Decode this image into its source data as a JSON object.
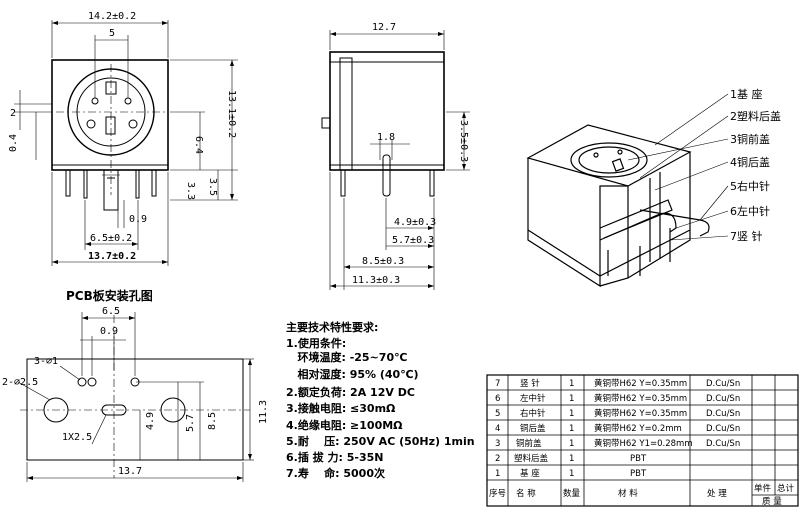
{
  "front": {
    "width_top": "14.2±0.2",
    "pin_span": "5",
    "height": "13.1±0.2",
    "dim_2": "2",
    "dim_0_4": "0.4",
    "dim_6_4": "6.4",
    "dim_3_3": "3.3",
    "dim_3_5": "3.5",
    "dim_0_9": "0.9",
    "bottom_span": "6.5±0.2",
    "width_bottom": "13.7±0.2"
  },
  "side": {
    "depth": "12.7",
    "pin_width": "1.8",
    "h_3_5": "3.5±0.3",
    "d_4_9": "4.9±0.3",
    "d_5_7": "5.7±0.3",
    "d_8_5": "8.5±0.3",
    "d_11_3": "11.3±0.3"
  },
  "callouts": [
    "1基  座",
    "2塑料后盖",
    "3铜前盖",
    "4铜后盖",
    "5右中针",
    "6左中针",
    "7竖  针"
  ],
  "pcb": {
    "title": "PCB板安装孔图",
    "d_6_5": "6.5",
    "d_0_9": "0.9",
    "small_holes": "3-∅1",
    "large_holes": "2-∅2.5",
    "slot": "1X2.5",
    "d_13_7": "13.7",
    "d_4_9": "4.9",
    "d_5_7": "5.7",
    "d_8_5": "8.5",
    "d_11_3": "11.3"
  },
  "specs": {
    "title": "主要技术特性要求:",
    "lines": [
      "1.使用条件:",
      "   环境温度: -25~70℃",
      "   相对湿度: 95% (40℃)",
      "2.额定负荷: 2A 12V DC",
      "3.接触电阻: ≤30mΩ",
      "4.绝缘电阻: ≥100MΩ",
      "5.耐    压: 250V AC (50Hz) 1min",
      "6.插 拔 力: 5-35N",
      "7.寿    命: 5000次"
    ]
  },
  "bom": {
    "rows": [
      {
        "no": "7",
        "name": "竖 针",
        "qty": "1",
        "material": "黄铜带H62 Y=0.35mm",
        "process": "D.Cu/Sn"
      },
      {
        "no": "6",
        "name": "左中针",
        "qty": "1",
        "material": "黄铜带H62 Y=0.35mm",
        "process": "D.Cu/Sn"
      },
      {
        "no": "5",
        "name": "右中针",
        "qty": "1",
        "material": "黄铜带H62 Y=0.35mm",
        "process": "D.Cu/Sn"
      },
      {
        "no": "4",
        "name": "铜后盖",
        "qty": "1",
        "material": "黄铜带H62 Y=0.2mm",
        "process": "D.Cu/Sn"
      },
      {
        "no": "3",
        "name": "铜前盖",
        "qty": "1",
        "material": "黄铜带H62 Y1=0.28mm",
        "process": "D.Cu/Sn"
      },
      {
        "no": "2",
        "name": "塑料后盖",
        "qty": "1",
        "material": "PBT",
        "process": ""
      },
      {
        "no": "1",
        "name": "基 座",
        "qty": "1",
        "material": "PBT",
        "process": ""
      }
    ],
    "header": {
      "no": "序号",
      "name": "名  称",
      "qty": "数量",
      "material": "材   料",
      "process": "处  理",
      "unit": "单件",
      "total": "总计",
      "weight": "质  量"
    }
  }
}
